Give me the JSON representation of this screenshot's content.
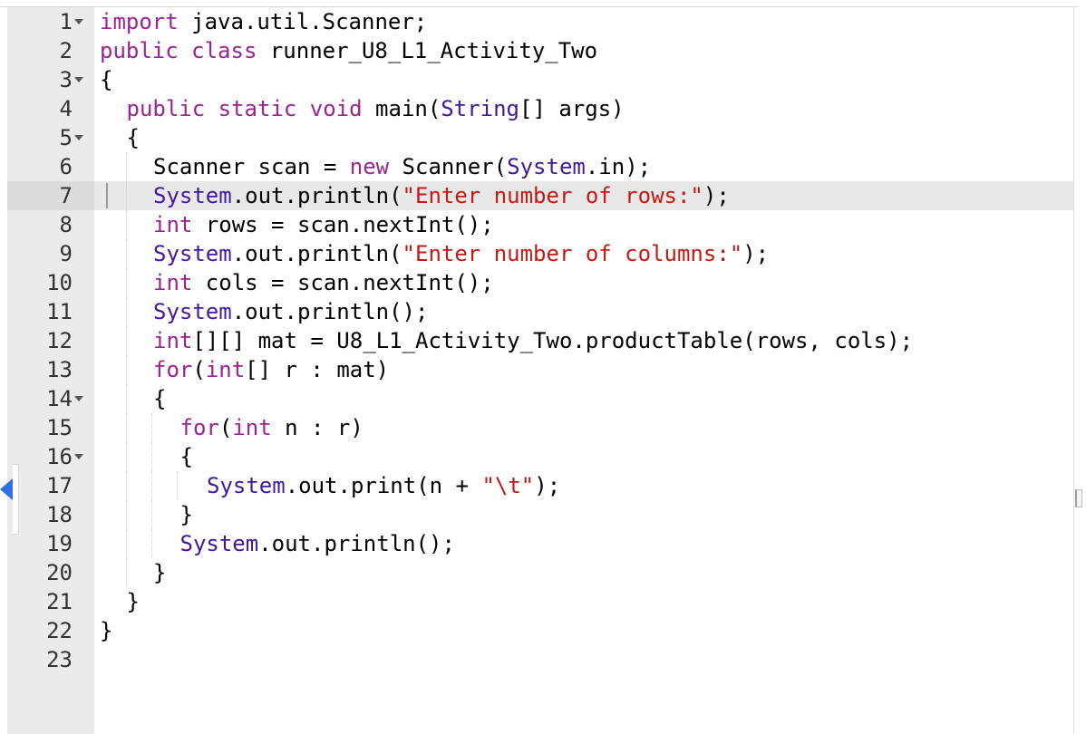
{
  "editor": {
    "language": "java",
    "active_line": 7,
    "colors": {
      "keyword": "#9b2393",
      "type": "#3f1b9c",
      "string": "#c41a16",
      "plain": "#000000",
      "gutter": "#ebebeb",
      "active_line_bg": "#e8e8e8",
      "fold_marker_accent": "#2f6fe0"
    },
    "lines": [
      {
        "n": "1",
        "fold": true,
        "indent": 0,
        "tokens": [
          [
            "kw",
            "import"
          ],
          [
            "plain",
            " java.util.Scanner;"
          ]
        ]
      },
      {
        "n": "2",
        "fold": false,
        "indent": 0,
        "tokens": [
          [
            "kw",
            "public class"
          ],
          [
            "plain",
            " runner_U8_L1_Activity_Two"
          ]
        ]
      },
      {
        "n": "3",
        "fold": true,
        "indent": 0,
        "tokens": [
          [
            "plain",
            "{"
          ]
        ]
      },
      {
        "n": "4",
        "fold": false,
        "indent": 1,
        "tokens": [
          [
            "kw",
            "public static void"
          ],
          [
            "plain",
            " main("
          ],
          [
            "typ",
            "String"
          ],
          [
            "plain",
            "[] args)"
          ]
        ]
      },
      {
        "n": "5",
        "fold": true,
        "indent": 1,
        "tokens": [
          [
            "plain",
            "{"
          ]
        ]
      },
      {
        "n": "6",
        "fold": false,
        "indent": 2,
        "tokens": [
          [
            "plain",
            "Scanner scan = "
          ],
          [
            "kw",
            "new"
          ],
          [
            "plain",
            " Scanner("
          ],
          [
            "typ",
            "System"
          ],
          [
            "plain",
            ".in);"
          ]
        ]
      },
      {
        "n": "7",
        "fold": false,
        "indent": 2,
        "tokens": [
          [
            "typ",
            "System"
          ],
          [
            "plain",
            ".out.println("
          ],
          [
            "str",
            "\"Enter number of rows:\""
          ],
          [
            "plain",
            ");"
          ]
        ]
      },
      {
        "n": "8",
        "fold": false,
        "indent": 2,
        "tokens": [
          [
            "kw",
            "int"
          ],
          [
            "plain",
            " rows = scan.nextInt();"
          ]
        ]
      },
      {
        "n": "9",
        "fold": false,
        "indent": 2,
        "tokens": [
          [
            "typ",
            "System"
          ],
          [
            "plain",
            ".out.println("
          ],
          [
            "str",
            "\"Enter number of columns:\""
          ],
          [
            "plain",
            ");"
          ]
        ]
      },
      {
        "n": "10",
        "fold": false,
        "indent": 2,
        "tokens": [
          [
            "kw",
            "int"
          ],
          [
            "plain",
            " cols = scan.nextInt();"
          ]
        ]
      },
      {
        "n": "11",
        "fold": false,
        "indent": 2,
        "tokens": [
          [
            "typ",
            "System"
          ],
          [
            "plain",
            ".out.println();"
          ]
        ]
      },
      {
        "n": "12",
        "fold": false,
        "indent": 2,
        "tokens": [
          [
            "kw",
            "int"
          ],
          [
            "plain",
            "[][] mat = U8_L1_Activity_Two.productTable(rows, cols);"
          ]
        ]
      },
      {
        "n": "13",
        "fold": false,
        "indent": 2,
        "tokens": [
          [
            "kw",
            "for"
          ],
          [
            "plain",
            "("
          ],
          [
            "kw",
            "int"
          ],
          [
            "plain",
            "[] r : mat)"
          ]
        ]
      },
      {
        "n": "14",
        "fold": true,
        "indent": 2,
        "tokens": [
          [
            "plain",
            "{"
          ]
        ]
      },
      {
        "n": "15",
        "fold": false,
        "indent": 3,
        "tokens": [
          [
            "kw",
            "for"
          ],
          [
            "plain",
            "("
          ],
          [
            "kw",
            "int"
          ],
          [
            "plain",
            " n : r)"
          ]
        ]
      },
      {
        "n": "16",
        "fold": true,
        "indent": 3,
        "tokens": [
          [
            "plain",
            "{"
          ]
        ]
      },
      {
        "n": "17",
        "fold": false,
        "indent": 4,
        "tokens": [
          [
            "typ",
            "System"
          ],
          [
            "plain",
            ".out.print(n + "
          ],
          [
            "str",
            "\"\\t\""
          ],
          [
            "plain",
            ");"
          ]
        ]
      },
      {
        "n": "18",
        "fold": false,
        "indent": 3,
        "tokens": [
          [
            "plain",
            "}"
          ]
        ]
      },
      {
        "n": "19",
        "fold": false,
        "indent": 3,
        "tokens": [
          [
            "typ",
            "System"
          ],
          [
            "plain",
            ".out.println();"
          ]
        ]
      },
      {
        "n": "20",
        "fold": false,
        "indent": 2,
        "tokens": [
          [
            "plain",
            "}"
          ]
        ]
      },
      {
        "n": "21",
        "fold": false,
        "indent": 1,
        "tokens": [
          [
            "plain",
            "}"
          ]
        ]
      },
      {
        "n": "22",
        "fold": false,
        "indent": 0,
        "tokens": [
          [
            "plain",
            "}"
          ]
        ]
      },
      {
        "n": "23",
        "fold": false,
        "indent": 0,
        "tokens": []
      }
    ]
  }
}
